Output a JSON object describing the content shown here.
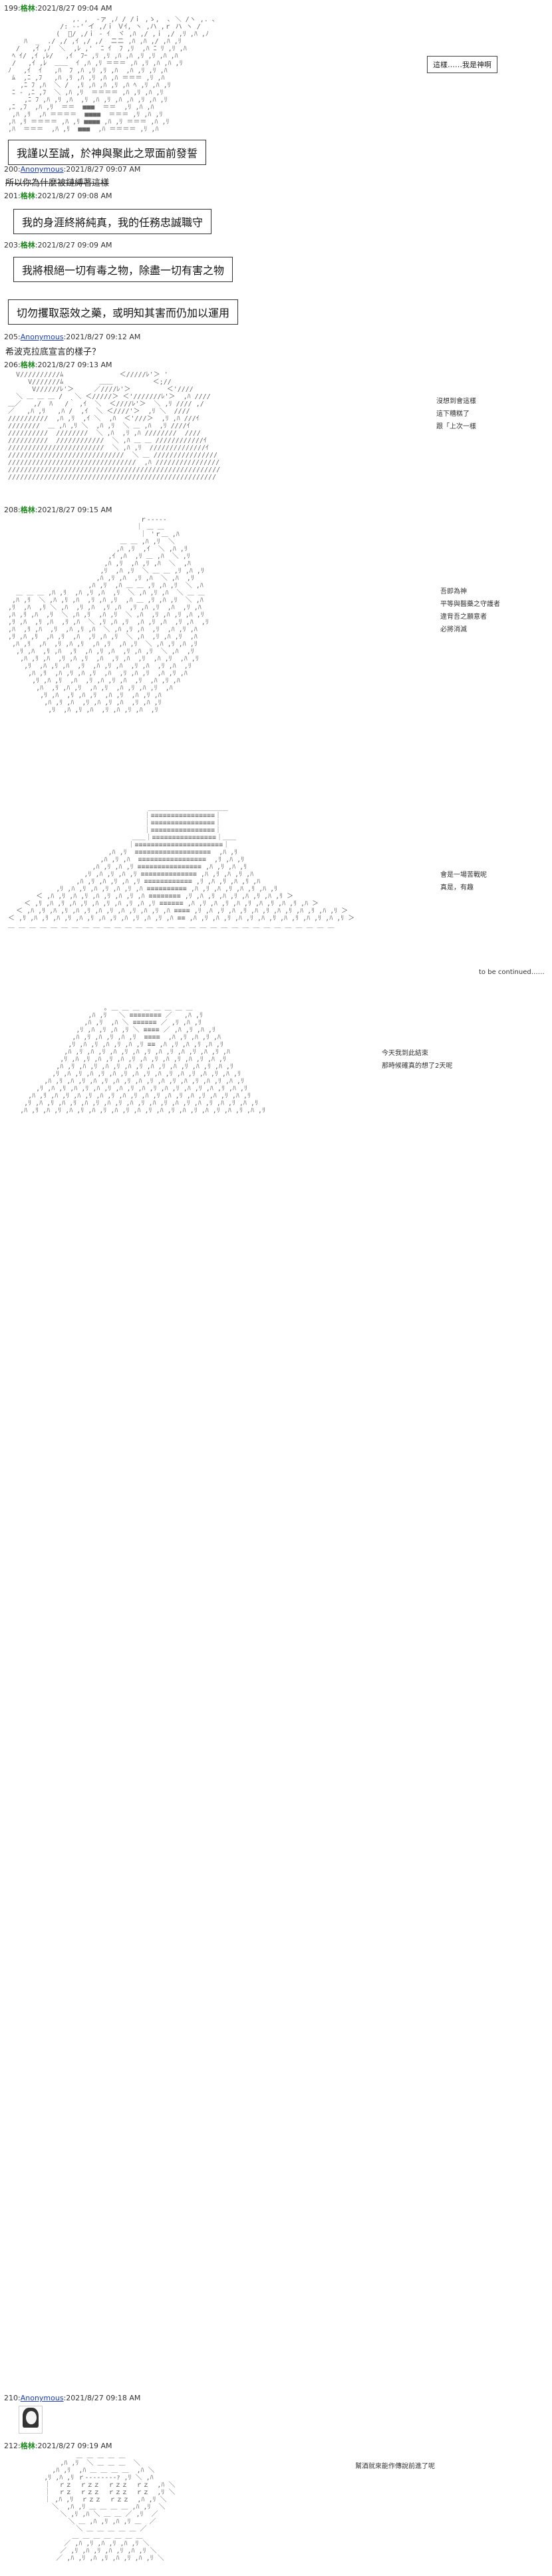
{
  "posts": {
    "p199": {
      "num": "199",
      "name": "格林",
      "time": "2021/8/27 09:04 AM"
    },
    "p200": {
      "num": "200",
      "name": "Anonymous",
      "time": "2021/8/27 09:07 AM",
      "body": "所以你為什麼被鏈縛著這樣"
    },
    "p201": {
      "num": "201",
      "name": "格林",
      "time": "2021/8/27 09:08 AM"
    },
    "p203": {
      "num": "203",
      "name": "格林",
      "time": "2021/8/27 09:09 AM"
    },
    "p205": {
      "num": "205",
      "name": "Anonymous",
      "time": "2021/8/27 09:12 AM",
      "body": "希波克拉底宣言的樣子？"
    },
    "p206": {
      "num": "206",
      "name": "格林",
      "time": "2021/8/27 09:13 AM"
    },
    "p208": {
      "num": "208",
      "name": "格林",
      "time": "2021/8/27 09:15 AM"
    },
    "p210": {
      "num": "210",
      "name": "Anonymous",
      "time": "2021/8/27 09:18 AM"
    },
    "p212": {
      "num": "212",
      "name": "格林",
      "time": "2021/8/27 09:19 AM"
    }
  },
  "separator": ":",
  "speech": {
    "oath1": "我謹以至誠，於神與聚此之眾面前發誓",
    "oath2": "我的身涯終將純真，我的任務忠誠職守",
    "oath3": "我將根絕一切有毒之物，除盡一切有害之物",
    "oath4": "切勿攫取惡效之藥，或明知其害而仍加以運用",
    "bubble199": "這樣……我是神啊"
  },
  "side": {
    "s206": [
      "沒想到會這樣",
      "這下糟糕了",
      "跟「上次一樣"
    ],
    "s208a": [
      "吾即為神",
      "平等與醫藥之守護者",
      "違背吾之願意者",
      "必將消滅"
    ],
    "s208b": [
      "會是一場苦戰呢",
      "真是，有趣"
    ],
    "continued": "to be continued……",
    "s208c": [
      "今天我到此結束",
      "那時候確真的想了2天呢"
    ],
    "s212": "幫酒就來能作傳說前進了呢"
  }
}
